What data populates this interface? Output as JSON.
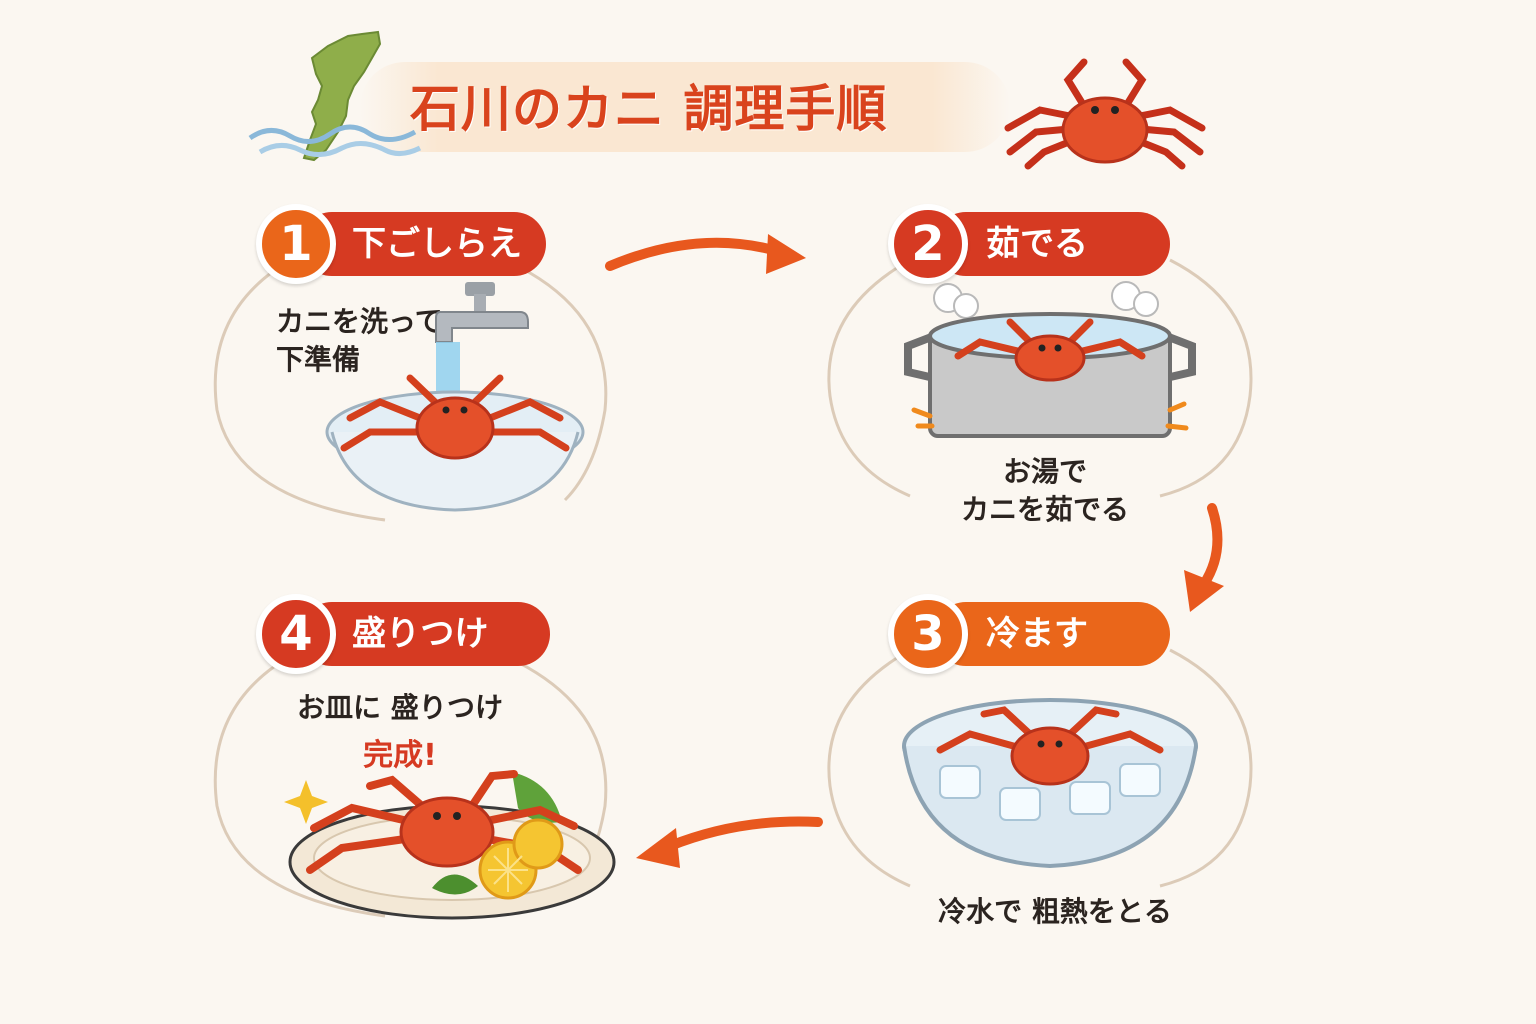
{
  "title": "石川のカニ 調理手順",
  "steps": [
    {
      "number": "1",
      "label": "下ごしらえ",
      "desc_line1": "カニを洗って",
      "desc_line2": "下準備"
    },
    {
      "number": "2",
      "label": "茹でる",
      "desc_line1": "お湯で",
      "desc_line2": "カニを茹でる"
    },
    {
      "number": "3",
      "label": "冷ます",
      "desc_line1": "冷水で 粗熱をとる"
    },
    {
      "number": "4",
      "label": "盛りつけ",
      "desc_line1": "お皿に 盛りつけ",
      "done": "完成!"
    }
  ],
  "colors": {
    "red": "#d63a22",
    "orange": "#ea661a",
    "background": "#fbf7f1"
  }
}
